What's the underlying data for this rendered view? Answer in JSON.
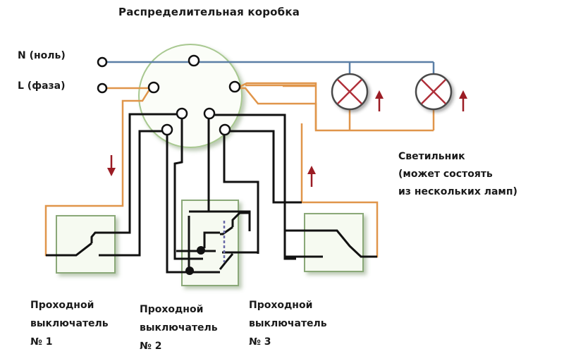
{
  "title": "Распределительная коробка",
  "terminals": {
    "neutral_label": "N (ноль)",
    "phase_label": "L (фаза)"
  },
  "lamp_caption": {
    "line1": "Светильник",
    "line2": "(может состоять",
    "line3": "из нескольких ламп)"
  },
  "switches": [
    {
      "line1": "Проходной",
      "line2": "выключатель",
      "line3": "№ 1"
    },
    {
      "line1": "Проходной",
      "line2": "выключатель",
      "line3": "№ 2"
    },
    {
      "line1": "Проходной",
      "line2": "выключатель",
      "line3": "№ 3"
    }
  ],
  "colors": {
    "neutral_wire": "#5b7fa6",
    "phase_wire": "#e0954a",
    "control_wire": "#111111",
    "junction_box": "#a8c890",
    "switch_box_border": "#8aa878",
    "switch_box_fill": "#f4f9ee",
    "lamp_cross": "#b0303a",
    "arrow": "#9b1c24"
  }
}
